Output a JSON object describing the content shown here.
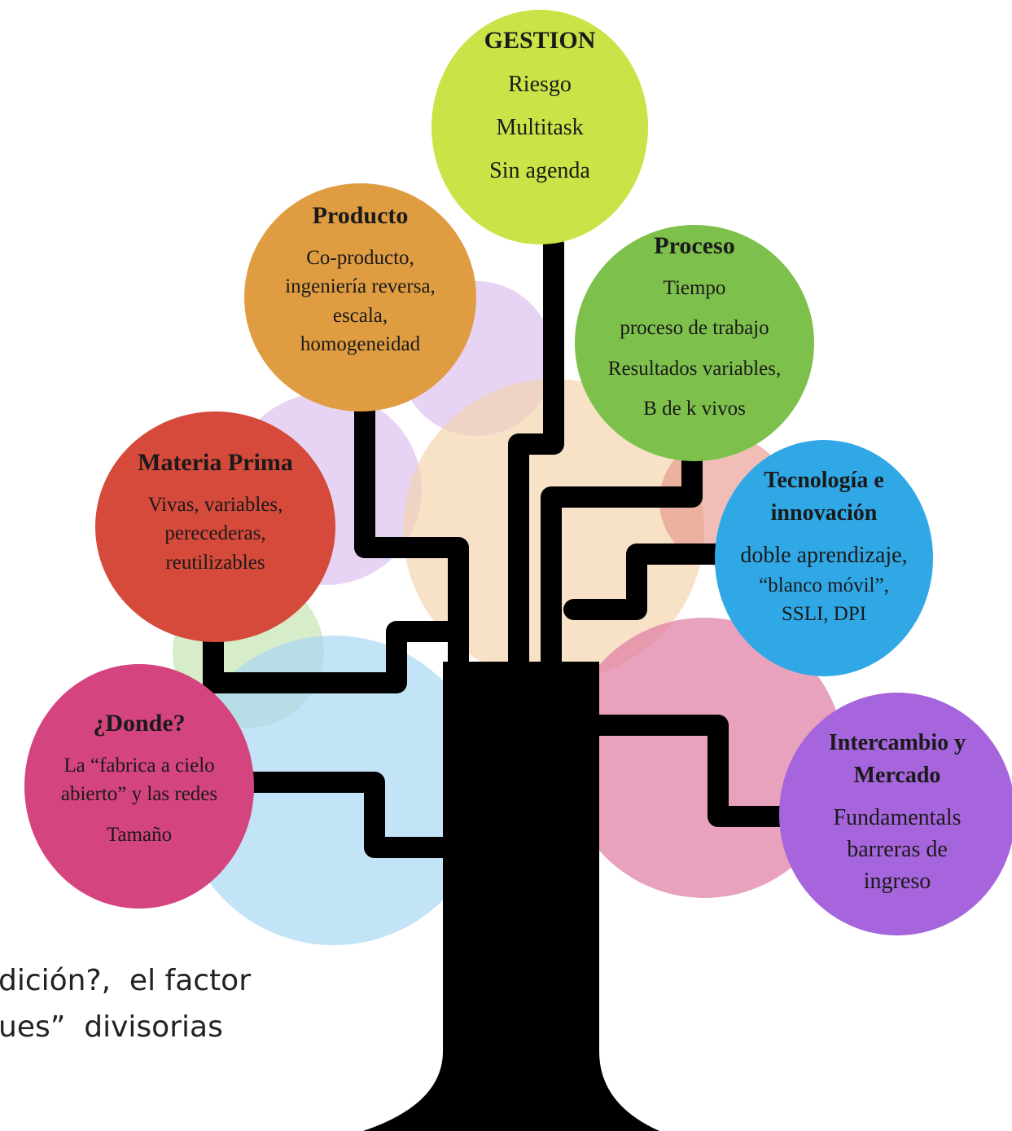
{
  "colors": {
    "gestion": "#cbe346",
    "producto": "#e09c41",
    "proceso": "#7ec04c",
    "materia_prima": "#d54a3b",
    "tecnologia": "#30a8e6",
    "donde": "#d4447e",
    "intercambio": "#a665dc",
    "trunk": "#000000"
  },
  "nodes": {
    "gestion": {
      "title": "GESTION",
      "lines": [
        "Riesgo",
        "Multitask",
        "Sin agenda"
      ]
    },
    "producto": {
      "title": "Producto",
      "lines": [
        "Co-producto,",
        "ingeniería reversa,",
        "escala,",
        "homogeneidad"
      ]
    },
    "proceso": {
      "title": "Proceso",
      "lines": [
        "Tiempo",
        "proceso de trabajo",
        "Resultados variables,",
        "B de k vivos"
      ]
    },
    "materia_prima": {
      "title": "Materia Prima",
      "lines": [
        "Vivas, variables,",
        "perecederas,",
        "reutilizables"
      ]
    },
    "tecnologia": {
      "title_1": "Tecnología e",
      "title_2": "innovación",
      "lines": [
        "doble aprendizaje,",
        "“blanco móvil”,",
        "SSLI, DPI"
      ]
    },
    "donde": {
      "title": "¿Donde?",
      "lines": [
        "La “fabrica a cielo",
        "abierto” y las redes",
        "Tamaño"
      ]
    },
    "intercambio": {
      "title_1": "Intercambio y",
      "title_2": "Mercado",
      "lines": [
        "Fundamentals",
        "barreras de",
        "ingreso"
      ]
    }
  },
  "bottom_text": {
    "line_1": "dición?,  el factor",
    "line_2": "ues”  divisorias"
  }
}
